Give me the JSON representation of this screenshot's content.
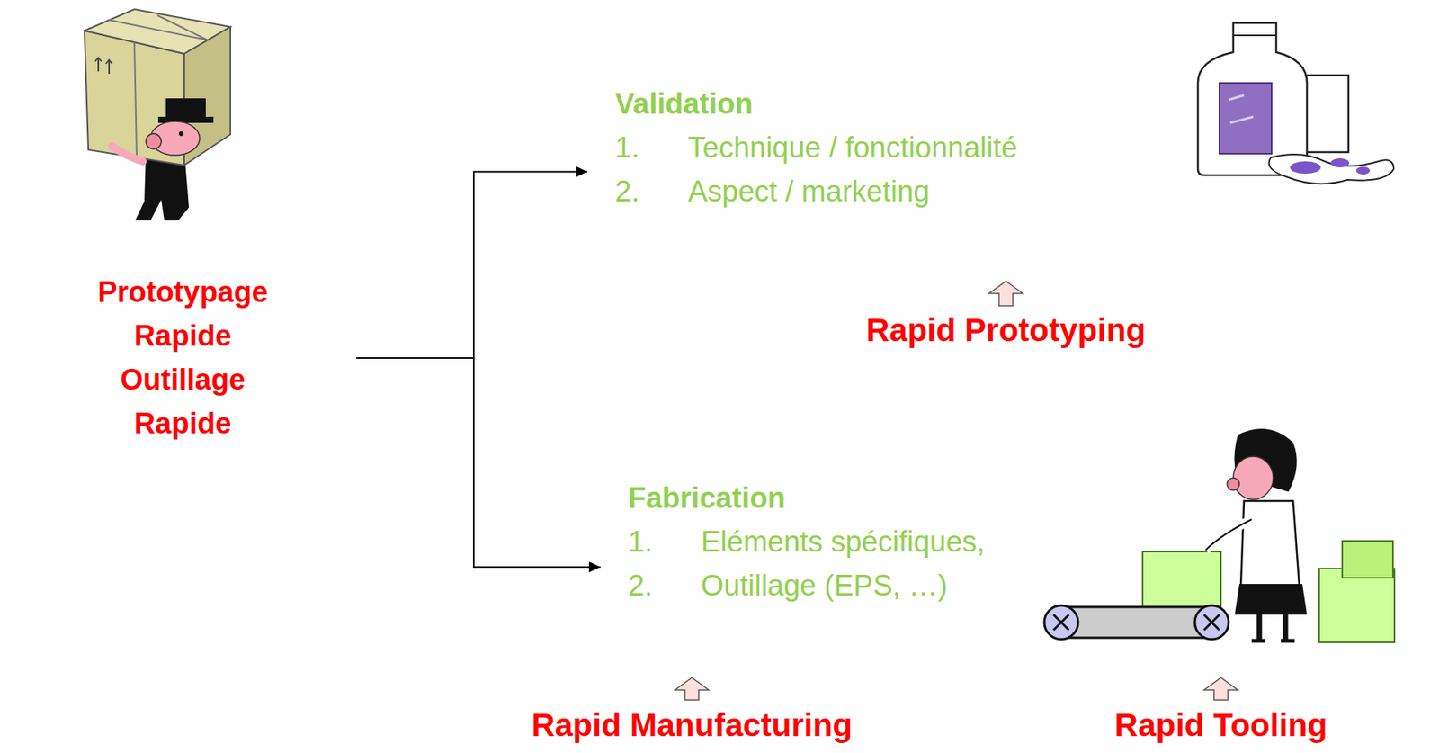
{
  "diagram": {
    "nodes": [
      {
        "text": [
          "Prototypage Rapide Outillage Rapide"
        ]
      },
      {
        "text": [
          "Validation",
          "1.",
          "Technique / fonctionnalité",
          "2.",
          "Aspect / marketing"
        ]
      },
      {
        "text": [
          "Rapid Prototyping"
        ]
      },
      {
        "text": [
          "Fabrication",
          "1.",
          "Eléments spécifiques,",
          "2.",
          "Outillage (EPS, …)"
        ]
      },
      {
        "text": [
          "Rapid Manufacturing"
        ]
      },
      {
        "text": [
          "Rapid Tooling"
        ]
      }
    ],
    "edges": [
      {
        "from": 0,
        "to": 1,
        "arrow": "to"
      },
      {
        "from": 0,
        "to": 3,
        "arrow": "to"
      },
      {
        "from": 2,
        "to": 1,
        "arrow": "to"
      },
      {
        "from": 4,
        "to": 3,
        "arrow": "to"
      },
      {
        "from": 5,
        "to": 3,
        "arrow": "to"
      }
    ]
  }
}
